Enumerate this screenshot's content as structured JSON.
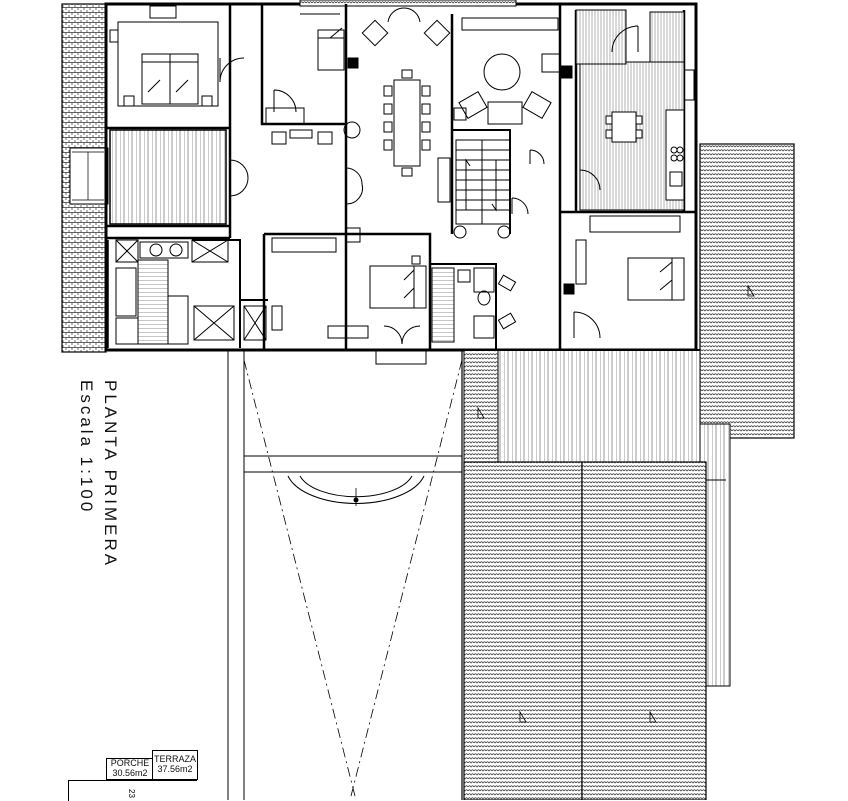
{
  "drawing": {
    "title": "PLANTA PRIMERA",
    "scale": "Escala 1:100"
  },
  "area_table": {
    "porche_label": "PORCHE",
    "porche_value": "30.56m2",
    "terraza_label": "TERRAZA",
    "terraza_value": "37.56m2",
    "bottom_cell": "23"
  },
  "colors": {
    "ink": "#000000",
    "paper": "#ffffff",
    "hatch": "#222222"
  }
}
